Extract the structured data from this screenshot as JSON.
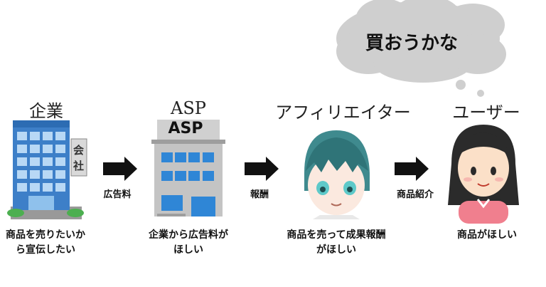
{
  "bubble": {
    "text": "買おうかな"
  },
  "actors": [
    {
      "title": "企業",
      "description_lines": [
        "商品を売りたいか",
        "ら宣伝したい"
      ]
    },
    {
      "title": "ASP",
      "sign_text": "ASP",
      "description_lines": [
        "企業から広告料が",
        "ほしい"
      ]
    },
    {
      "title": "アフィリエイター",
      "description_lines": [
        "商品を売って成果報酬",
        "がほしい"
      ]
    },
    {
      "title": "ユーザー",
      "description_lines": [
        "商品がほしい"
      ]
    }
  ],
  "flows": [
    {
      "label": "広告料"
    },
    {
      "label": "報酬"
    },
    {
      "label": "商品紹介"
    }
  ],
  "building_signs": [
    "会",
    "社"
  ]
}
